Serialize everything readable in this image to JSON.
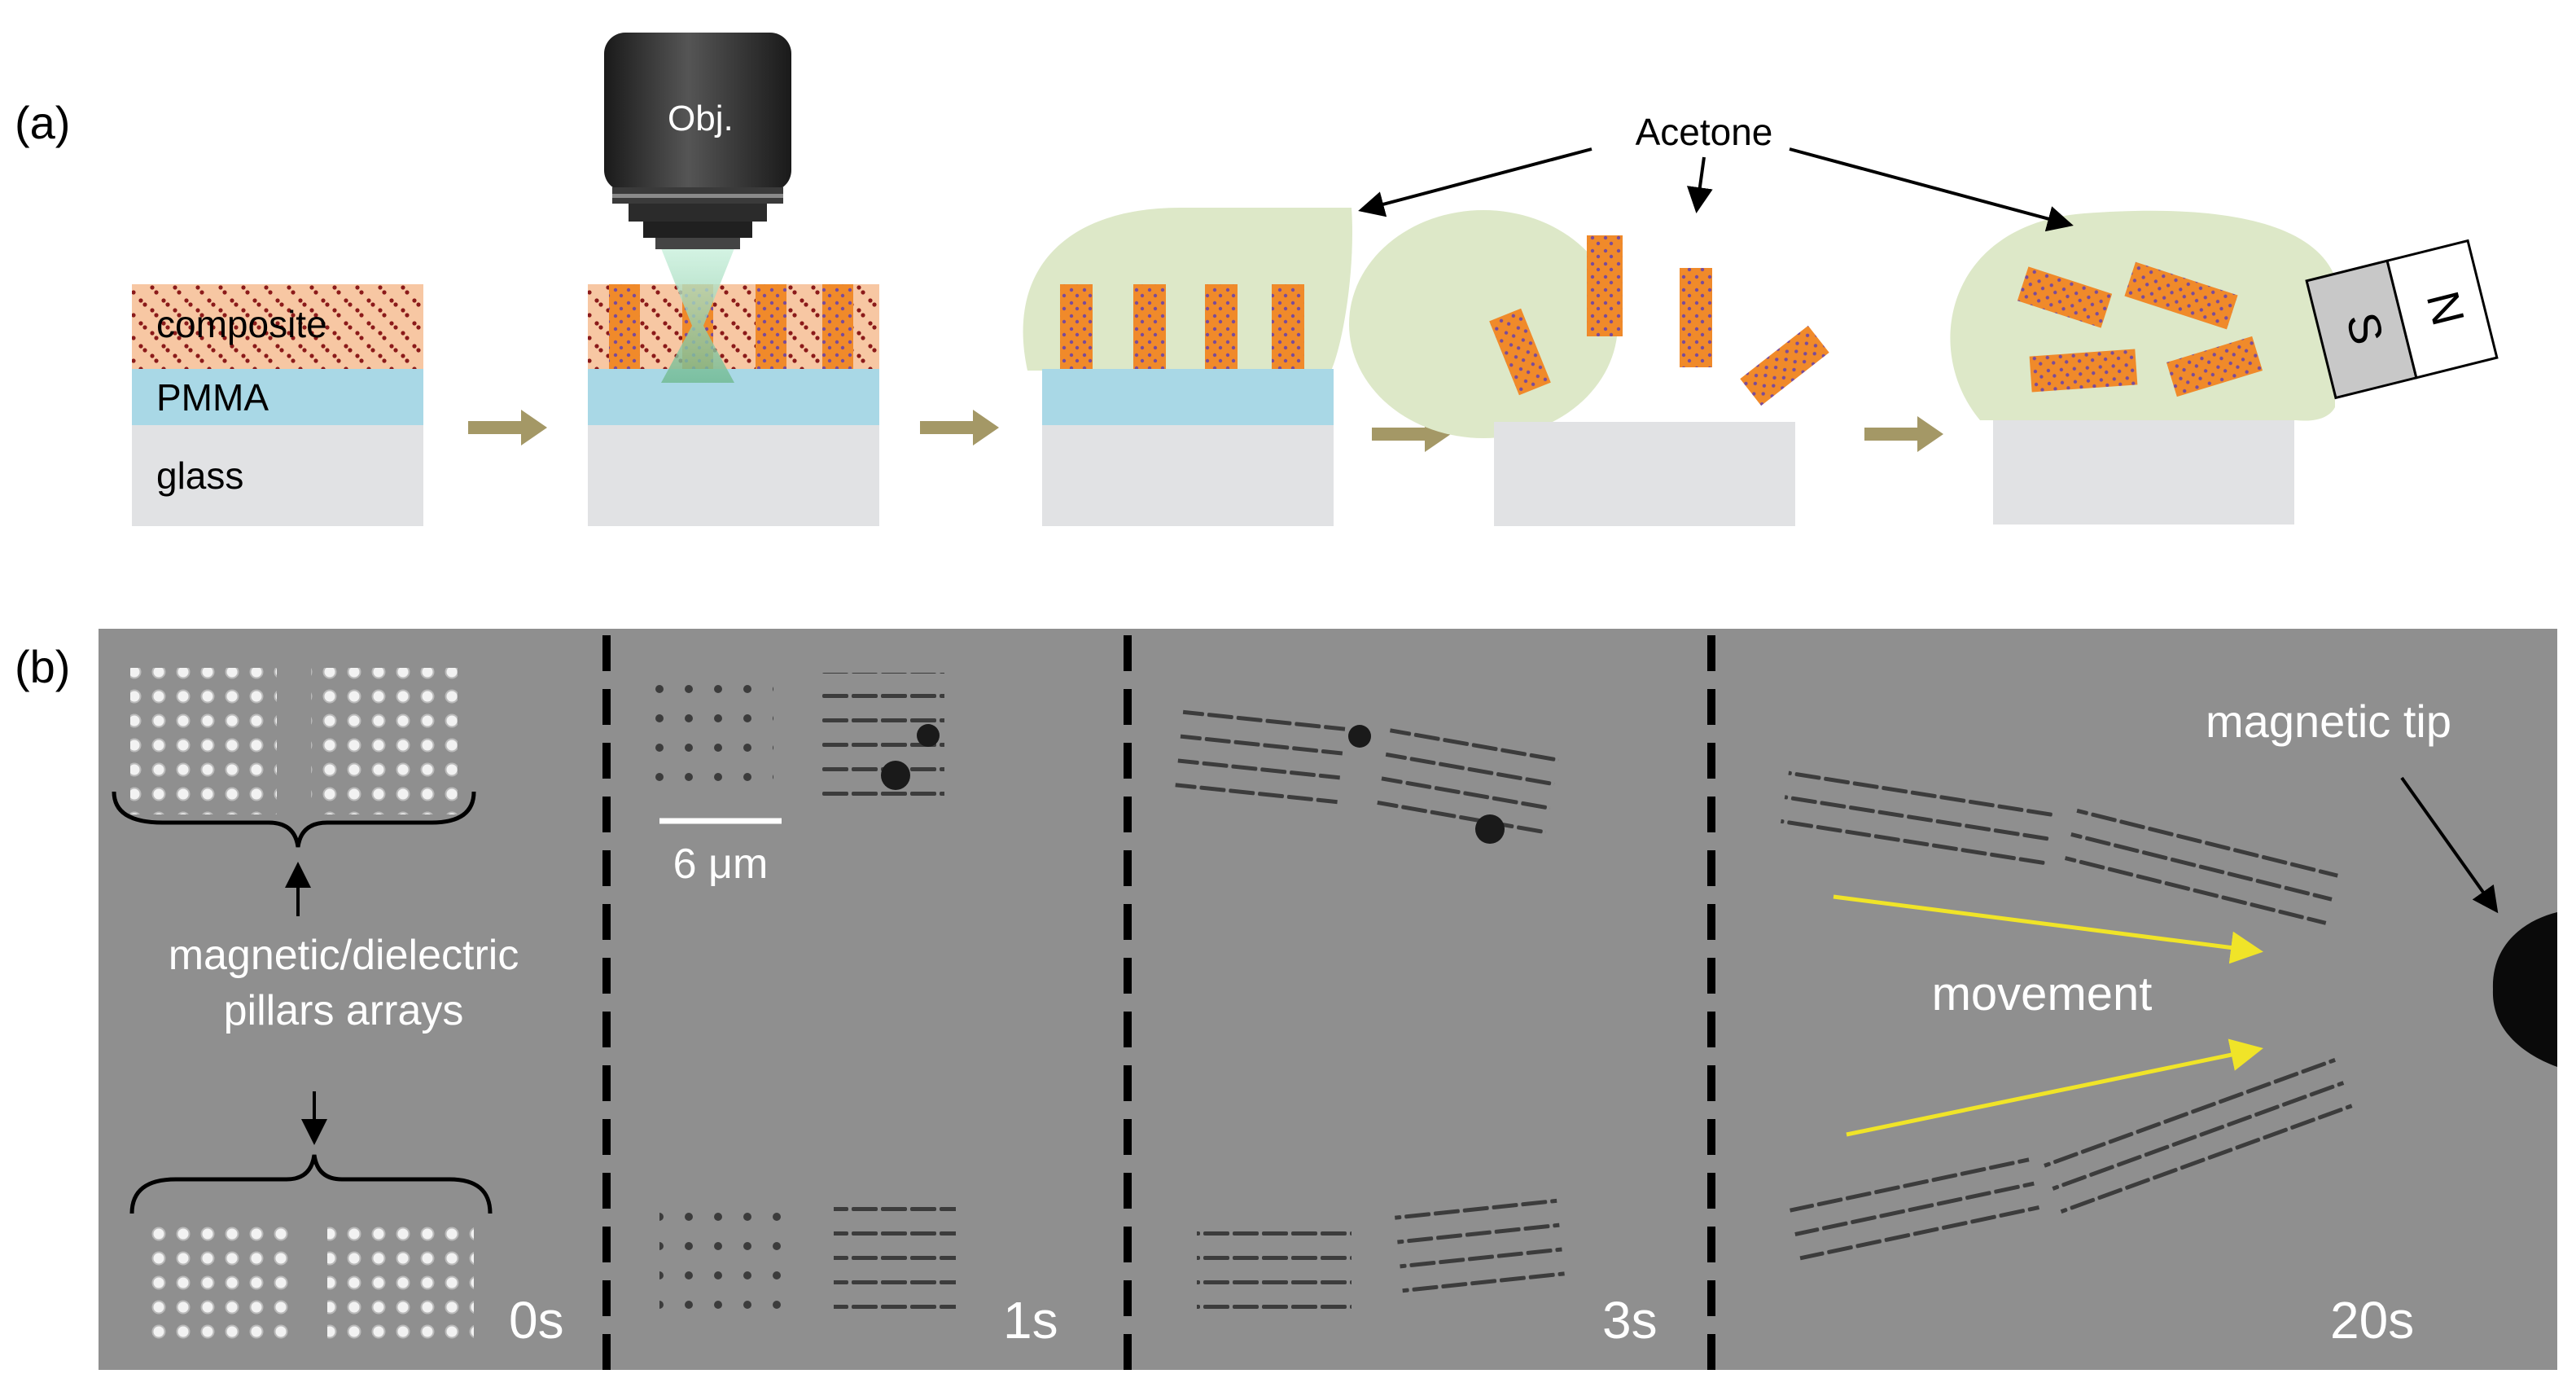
{
  "panel_a": {
    "label": "(a)",
    "layer_composite": "composite",
    "layer_pmma": "PMMA",
    "layer_glass": "glass",
    "objective": "Obj.",
    "acetone": "Acetone",
    "magnet_s": "S",
    "magnet_n": "N"
  },
  "panel_b": {
    "label": "(b)",
    "scale_bar": "6 μm",
    "pillars_line1": "magnetic/dielectric",
    "pillars_line2": "pillars arrays",
    "magnetic_tip": "magnetic tip",
    "movement": "movement",
    "t0": "0s",
    "t1": "1s",
    "t2": "3s",
    "t3": "20s"
  },
  "colors": {
    "composite_fill": "#f7c7a3",
    "composite_dot": "#8b1a1a",
    "pmma": "#a9d8e6",
    "glass": "#e1e2e4",
    "pillar": "#f08a2a",
    "pillar_dot": "#7a4b9a",
    "acetone": "#dde8c8",
    "step_arrow": "#a49866",
    "micrograph": "#8f8f8f",
    "movement_arrow": "#f0e428"
  }
}
